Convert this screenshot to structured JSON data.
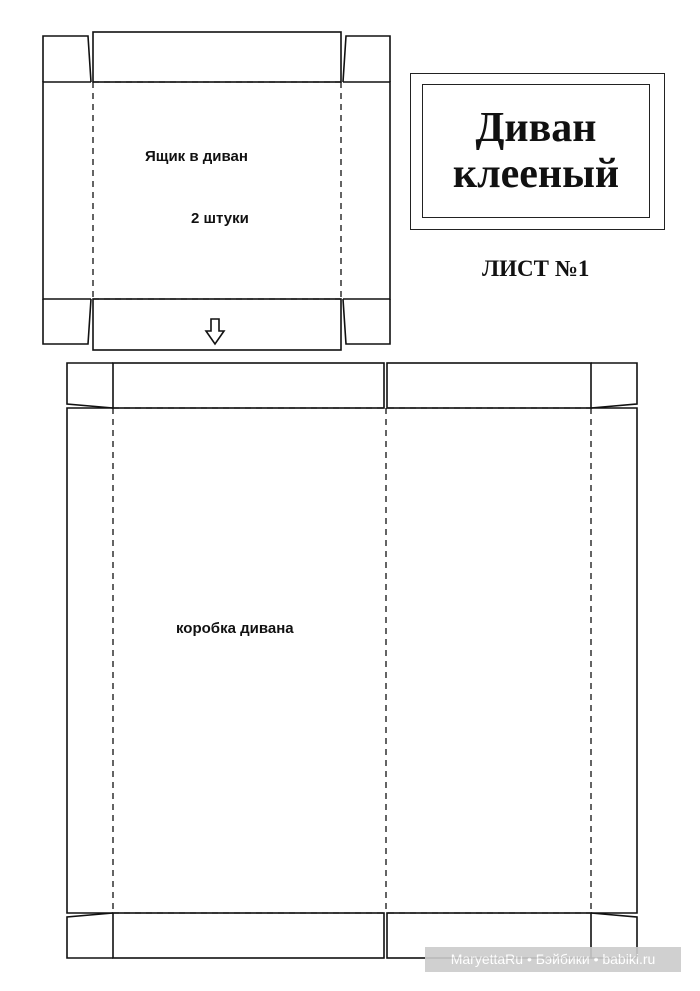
{
  "title_block": {
    "line1": "Диван",
    "line2": "клееный",
    "sheet": "ЛИСТ №1"
  },
  "parts": {
    "drawer": {
      "name": "Ящик в диван",
      "quantity": "2 штуки",
      "icon": "arrow-down-icon"
    },
    "box": {
      "name": "коробка дивана"
    }
  },
  "watermark": "MaryettaRu • Бэйбики • babiki.ru",
  "colors": {
    "line": "#111111",
    "background": "#ffffff",
    "watermark_bg": "#cccccc",
    "watermark_text": "#ffffff"
  }
}
